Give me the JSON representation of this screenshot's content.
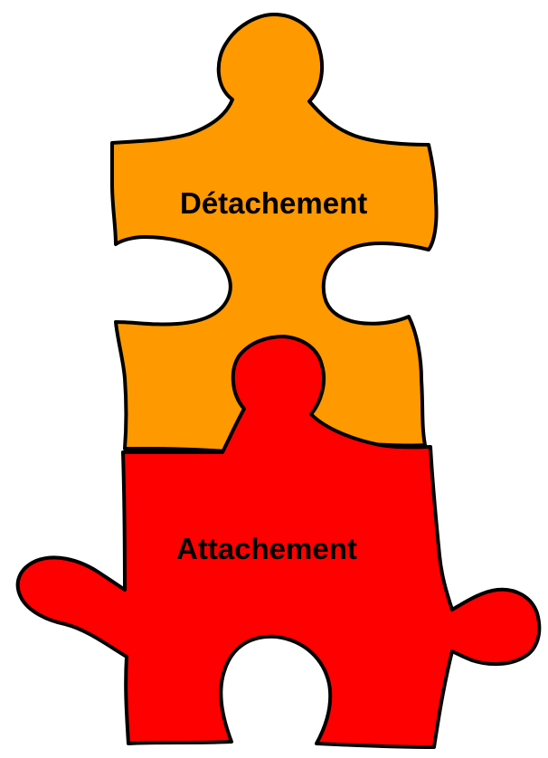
{
  "diagram": {
    "pieces": [
      {
        "id": "top",
        "label": "Détachement",
        "color": "#FF9900"
      },
      {
        "id": "bottom",
        "label": "Attachement",
        "color": "#FF0000"
      }
    ],
    "outline_color": "#000000"
  }
}
